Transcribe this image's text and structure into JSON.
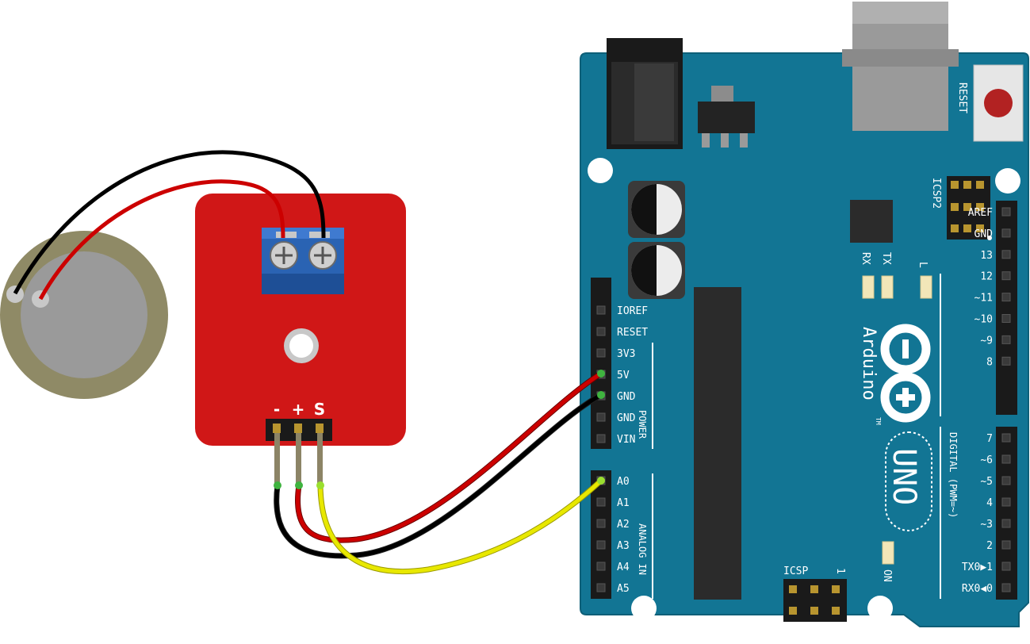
{
  "arduino": {
    "brand": "Arduino",
    "model": "UNO",
    "trademark": "TM",
    "reset_label": "RESET",
    "icsp_label": "ICSP",
    "icsp2_label": "ICSP2",
    "icsp_pin1": "1",
    "power_header_label": "POWER",
    "analog_header_label": "ANALOG IN",
    "digital_header_label": "DIGITAL (PWM=~)",
    "on_led_label": "ON",
    "rx_led_label": "RX",
    "tx_led_label": "TX",
    "l_led_label": "L",
    "power_pins": [
      "IOREF",
      "RESET",
      "3V3",
      "5V",
      "GND",
      "GND",
      "VIN"
    ],
    "analog_pins": [
      "A0",
      "A1",
      "A2",
      "A3",
      "A4",
      "A5"
    ],
    "digital_pins_upper": [
      "AREF",
      "GND",
      "13",
      "12",
      "~11",
      "~10",
      "~9",
      "8"
    ],
    "digital_pins_lower": [
      "7",
      "~6",
      "~5",
      "4",
      "~3",
      "2",
      "TX0▶1",
      "RX0◀0"
    ],
    "colors": {
      "board": "#127594",
      "board_edge": "#0e5f78"
    }
  },
  "sensor_module": {
    "pin_labels": [
      "-",
      "+",
      "S"
    ],
    "colors": {
      "pcb": "#d01717",
      "terminal": "#2a63b3"
    }
  },
  "piezo_disc": {
    "colors": {
      "outer": "#8f8a66",
      "inner": "#9a9a9a"
    }
  },
  "wires": [
    {
      "from": "module -",
      "to": "GND",
      "color": "#000000"
    },
    {
      "from": "module +",
      "to": "5V",
      "color": "#cc0000"
    },
    {
      "from": "module S",
      "to": "A0",
      "color": "#e8e800"
    }
  ]
}
